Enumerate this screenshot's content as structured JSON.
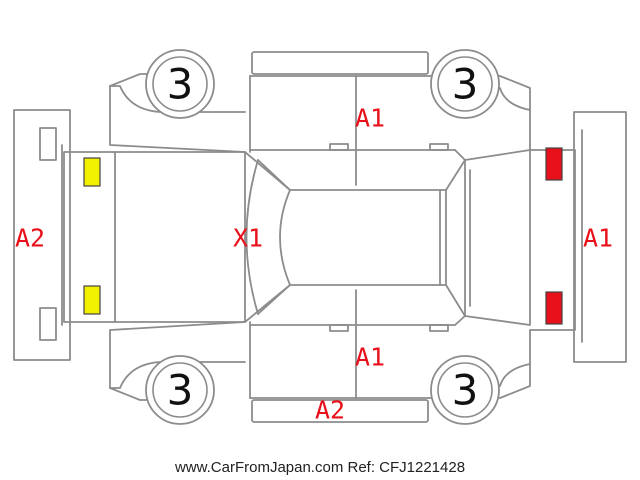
{
  "wheels": {
    "front_left": "3",
    "front_right": "3",
    "rear_left": "3",
    "rear_right": "3"
  },
  "damage_codes": {
    "front_bumper": "A2",
    "roof": "X1",
    "upper_doors": "A1",
    "lower_doors": "A1",
    "rear_bumper": "A1",
    "lower_sill": "A2"
  },
  "colors": {
    "outline": "#8c8c8c",
    "code_text": "#e8101a",
    "front_lamps": "#f0f000",
    "rear_lamps": "#e8101a"
  },
  "footer": {
    "text": "www.CarFromJapan.com Ref: CFJ1221428"
  }
}
